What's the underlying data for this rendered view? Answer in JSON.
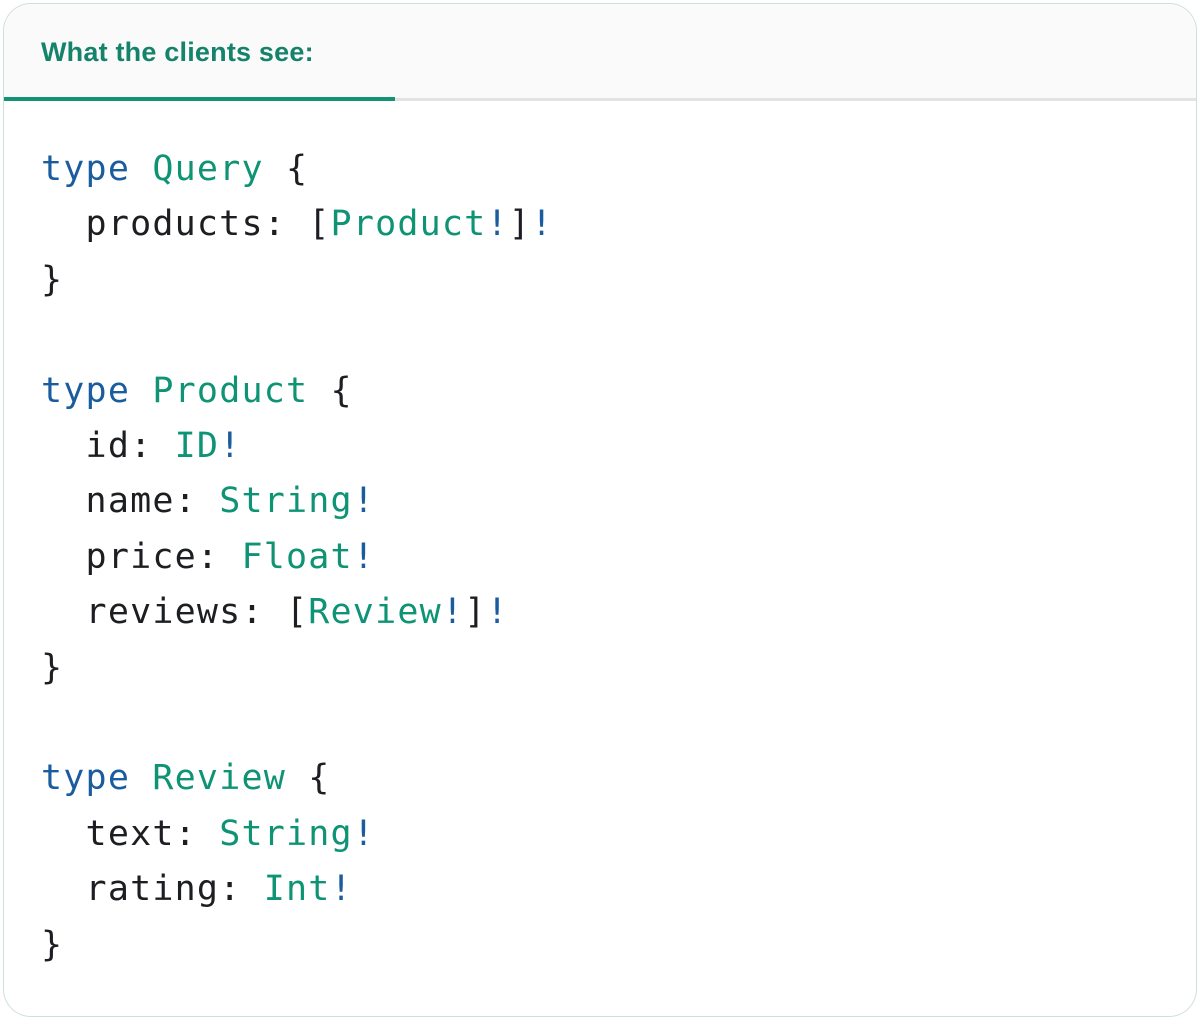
{
  "panel": {
    "tab_label": "What the clients see:"
  },
  "colors": {
    "card_border": "#cde1d5",
    "header_bg": "#fafafa",
    "header_divider": "#e3e3e3",
    "tab_accent": "#129474",
    "tab_text": "#15826b",
    "keyword": "#1b5c9f",
    "type_name": "#0e9474",
    "code_text": "#1c1e21"
  },
  "code": {
    "language": "graphql",
    "lines": [
      [
        [
          "kw",
          "type"
        ],
        [
          "pl",
          " "
        ],
        [
          "ty",
          "Query"
        ],
        [
          "pl",
          " {"
        ]
      ],
      [
        [
          "pl",
          "  products: ["
        ],
        [
          "ty",
          "Product"
        ],
        [
          "kw",
          "!"
        ],
        [
          "pl",
          "]"
        ],
        [
          "kw",
          "!"
        ]
      ],
      [
        [
          "pl",
          "}"
        ]
      ],
      [],
      [
        [
          "kw",
          "type"
        ],
        [
          "pl",
          " "
        ],
        [
          "ty",
          "Product"
        ],
        [
          "pl",
          " {"
        ]
      ],
      [
        [
          "pl",
          "  id: "
        ],
        [
          "ty",
          "ID"
        ],
        [
          "kw",
          "!"
        ]
      ],
      [
        [
          "pl",
          "  name: "
        ],
        [
          "ty",
          "String"
        ],
        [
          "kw",
          "!"
        ]
      ],
      [
        [
          "pl",
          "  price: "
        ],
        [
          "ty",
          "Float"
        ],
        [
          "kw",
          "!"
        ]
      ],
      [
        [
          "pl",
          "  reviews: ["
        ],
        [
          "ty",
          "Review"
        ],
        [
          "kw",
          "!"
        ],
        [
          "pl",
          "]"
        ],
        [
          "kw",
          "!"
        ]
      ],
      [
        [
          "pl",
          "}"
        ]
      ],
      [],
      [
        [
          "kw",
          "type"
        ],
        [
          "pl",
          " "
        ],
        [
          "ty",
          "Review"
        ],
        [
          "pl",
          " {"
        ]
      ],
      [
        [
          "pl",
          "  text: "
        ],
        [
          "ty",
          "String"
        ],
        [
          "kw",
          "!"
        ]
      ],
      [
        [
          "pl",
          "  rating: "
        ],
        [
          "ty",
          "Int"
        ],
        [
          "kw",
          "!"
        ]
      ],
      [
        [
          "pl",
          "}"
        ]
      ]
    ]
  }
}
